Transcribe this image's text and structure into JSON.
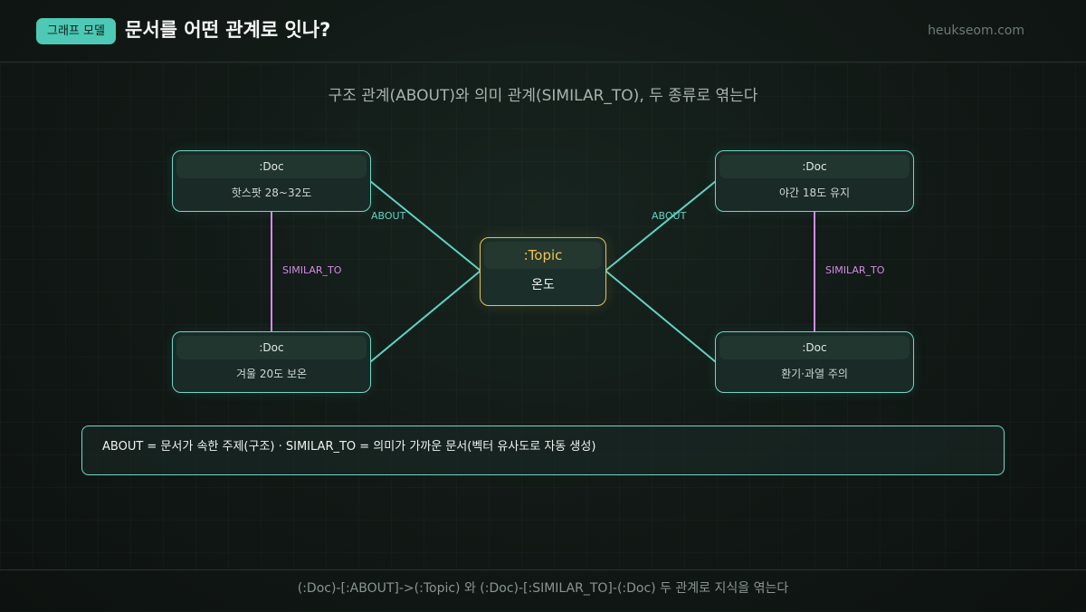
{
  "header": {
    "badge": "그래프 모델",
    "title": "문서를 어떤 관계로 잇나?",
    "site": "heukseom.com"
  },
  "subtitle": "구조 관계(ABOUT)와 의미 관계(SIMILAR_TO), 두 종류로 엮는다",
  "diagram": {
    "nodes": [
      {
        "id": "doc1",
        "label": ":Doc",
        "text": "핫스팟 28~32도"
      },
      {
        "id": "doc2",
        "label": ":Doc",
        "text": "겨울 20도 보온"
      },
      {
        "id": "topic",
        "label": ":Topic",
        "text": "온도"
      },
      {
        "id": "doc3",
        "label": ":Doc",
        "text": "야간 18도 유지"
      },
      {
        "id": "doc4",
        "label": ":Doc",
        "text": "환기·과열 주의"
      }
    ],
    "edges": [
      {
        "from": "doc1",
        "to": "topic",
        "label": "ABOUT"
      },
      {
        "from": "doc2",
        "to": "topic",
        "label": ""
      },
      {
        "from": "doc3",
        "to": "topic",
        "label": "ABOUT"
      },
      {
        "from": "doc4",
        "to": "topic",
        "label": ""
      },
      {
        "from": "doc1",
        "to": "doc2",
        "label": "SIMILAR_TO"
      },
      {
        "from": "doc3",
        "to": "doc4",
        "label": "SIMILAR_TO"
      }
    ],
    "colors": {
      "about": "#5fd3c2",
      "similar": "#d48be6",
      "topic_border": "#e2c25a",
      "topic_label": "#f2c44e"
    }
  },
  "note": "ABOUT = 문서가 속한 주제(구조) · SIMILAR_TO = 의미가 가까운 문서(벡터 유사도로 자동 생성)",
  "footer": "(:Doc)-[:ABOUT]->(:Topic) 와 (:Doc)-[:SIMILAR_TO]-(:Doc) 두 관계로 지식을 엮는다"
}
